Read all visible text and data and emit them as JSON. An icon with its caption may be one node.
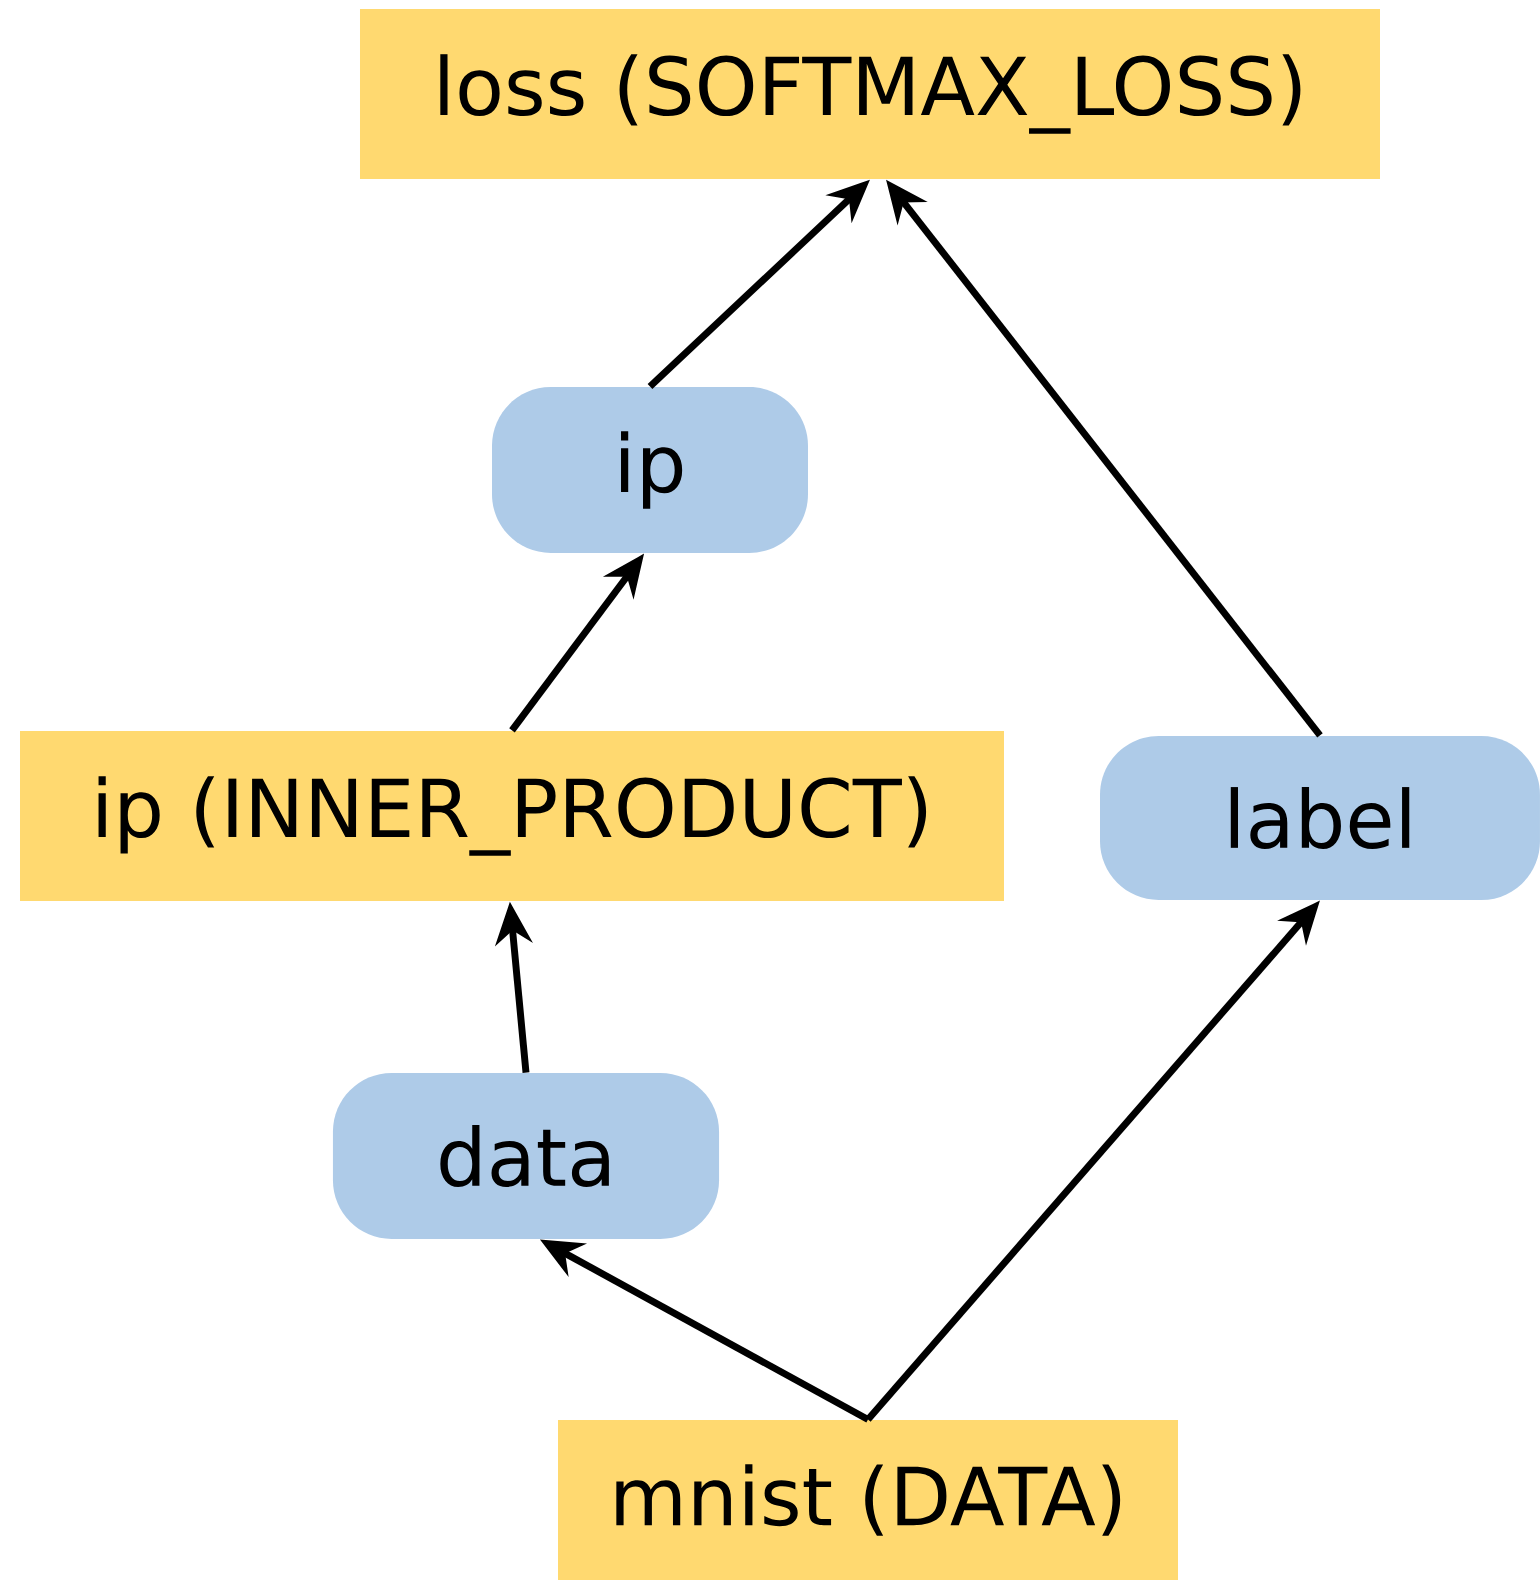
{
  "diagram": {
    "nodes": [
      {
        "text": [
          "loss (SOFTMAX_LOSS)"
        ]
      },
      {
        "text": [
          "ip"
        ]
      },
      {
        "text": [
          "ip (INNER_PRODUCT)"
        ]
      },
      {
        "text": [
          "label"
        ]
      },
      {
        "text": [
          "data"
        ]
      },
      {
        "text": [
          "mnist (DATA)"
        ]
      }
    ],
    "edges": [
      {
        "from": 5,
        "to": 4,
        "arrow": "to"
      },
      {
        "from": 5,
        "to": 3,
        "arrow": "to"
      },
      {
        "from": 4,
        "to": 2,
        "arrow": "to"
      },
      {
        "from": 2,
        "to": 1,
        "arrow": "to"
      },
      {
        "from": 1,
        "to": 0,
        "arrow": "to"
      },
      {
        "from": 3,
        "to": 0,
        "arrow": "to"
      }
    ]
  }
}
